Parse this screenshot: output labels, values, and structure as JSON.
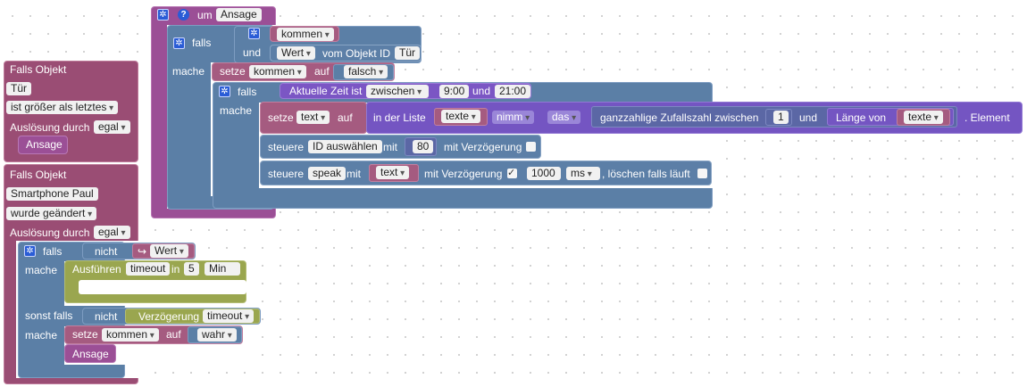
{
  "ansage": {
    "header": "um",
    "name": "Ansage",
    "falls": "falls",
    "und": "und",
    "mache": "mache",
    "var_kommen": "kommen",
    "wert": "Wert",
    "vom_objekt_id": "vom Objekt ID",
    "tuer": "Tür",
    "setze": "setze",
    "auf": "auf",
    "falsch": "falsch",
    "inner_falls": "falls",
    "inner_mache": "mache",
    "aktuelle_zeit_ist": "Aktuelle Zeit ist",
    "zwischen": "zwischen",
    "time_from": "9:00",
    "und2": "und",
    "time_to": "21:00",
    "setze2": "setze",
    "var_text": "text",
    "auf2": "auf",
    "in_der_liste": "in der Liste",
    "var_texte": "texte",
    "nimm": "nimm",
    "das": "das",
    "zufall": "ganzzahlige Zufallszahl zwischen",
    "num1": "1",
    "und3": "und",
    "laenge_von": "Länge von",
    "var_texte2": "texte",
    "element": ". Element",
    "steuere1": "steuere",
    "id_auswaehlen": "ID auswählen",
    "mit1": "mit",
    "num80": "80",
    "mit_verz1": "mit Verzögerung",
    "steuere2": "steuere",
    "speak": "speak",
    "mit2": "mit",
    "var_text2": "text",
    "mit_verz2": "mit Verzögerung",
    "num1000": "1000",
    "ms": "ms",
    "loeschen": ", löschen falls läuft"
  },
  "trigger1": {
    "title": "Falls Objekt",
    "object": "Tür",
    "condition": "ist größer als letztes",
    "ausloesung": "Auslösung durch",
    "egal": "egal",
    "call": "Ansage"
  },
  "trigger2": {
    "title": "Falls Objekt",
    "object": "Smartphone Paul",
    "condition": "wurde geändert",
    "ausloesung": "Auslösung durch",
    "egal": "egal",
    "falls": "falls",
    "nicht": "nicht",
    "wert": "Wert",
    "mache": "mache",
    "ausfuehren": "Ausführen",
    "timeout": "timeout",
    "in": "in",
    "num5": "5",
    "min": "Min",
    "sonst_falls": "sonst falls",
    "nicht2": "nicht",
    "verzoegerung": "Verzögerung",
    "timeout2": "timeout",
    "mache2": "mache",
    "setze": "setze",
    "var_kommen": "kommen",
    "auf": "auf",
    "wahr": "wahr",
    "call": "Ansage"
  },
  "colors": {
    "function": "#9b4f96",
    "trigger": "#9a4d74",
    "logic": "#5b7fa6",
    "variable": "#a55b80",
    "list": "#7455c2",
    "timeout": "#9aa64f"
  }
}
